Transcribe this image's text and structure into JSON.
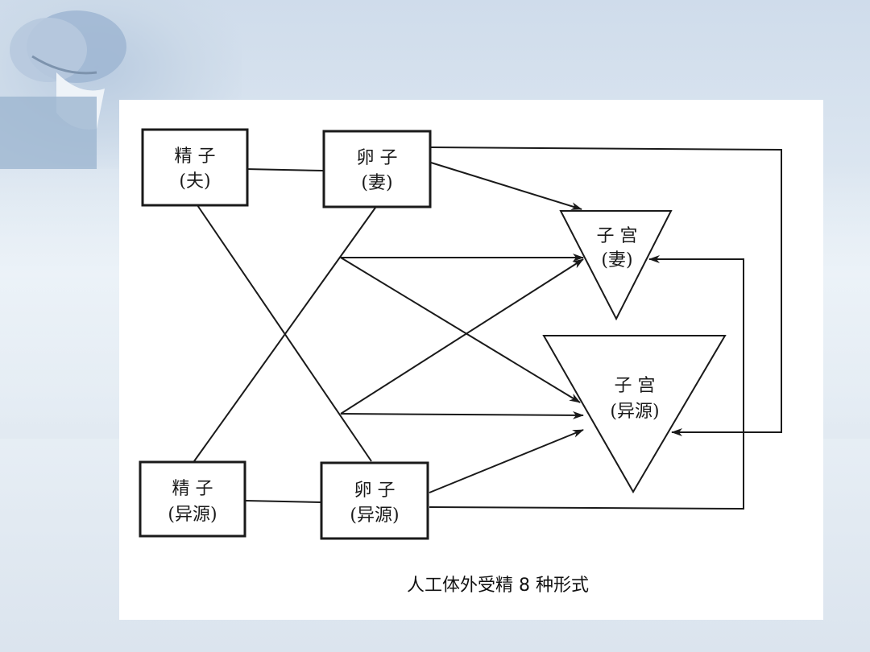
{
  "diagram": {
    "caption": "人工体外受精 8 种形式",
    "nodes": {
      "sperm_husband": {
        "line1": "精 子",
        "line2": "(夫)"
      },
      "egg_wife": {
        "line1": "卵 子",
        "line2": "(妻)"
      },
      "sperm_donor": {
        "line1": "精 子",
        "line2": "(异源)"
      },
      "egg_donor": {
        "line1": "卵 子",
        "line2": "(异源)"
      },
      "uterus_wife": {
        "line1": "子 宫",
        "line2": "(妻)"
      },
      "uterus_donor": {
        "line1": "子 宫",
        "line2": "(异源)"
      }
    },
    "colors": {
      "line": "#1a1a1a",
      "background": "#ffffff"
    }
  }
}
